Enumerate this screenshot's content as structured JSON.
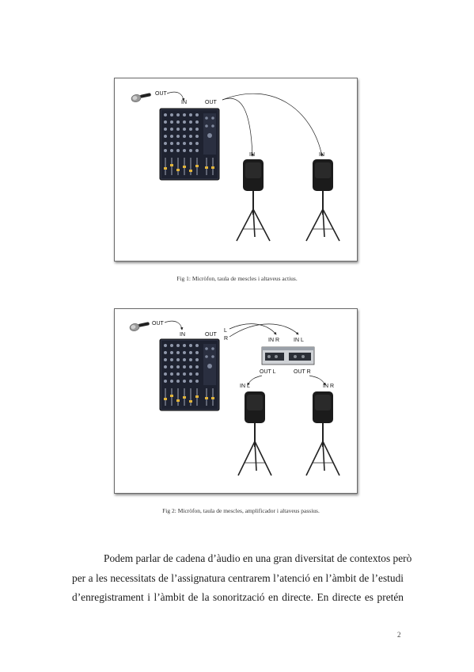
{
  "figures": [
    {
      "caption": "Fig 1: Micròfon, taula de mescles i altaveus actius.",
      "labels": {
        "mic_out": "OUT",
        "mixer_in": "IN",
        "mixer_out": "OUT",
        "spk_left_in": "IN",
        "spk_right_in": "IN"
      }
    },
    {
      "caption": "Fig 2: Micròfon, taula de mescles, amplificador i altaveus passius.",
      "labels": {
        "mic_out": "OUT",
        "mixer_in": "IN",
        "mixer_out": "OUT",
        "mixer_l": "L",
        "mixer_r": "R",
        "amp_in_r": "IN R",
        "amp_in_l": "IN L",
        "amp_out_l": "OUT L",
        "amp_out_r": "OUT  R",
        "spk_left_in": "IN L",
        "spk_right_in": "IN R"
      }
    }
  ],
  "body": {
    "lines": [
      "Podem parlar de cadena d’àudio en una gran diversitat de contextos però",
      "per a les necessitats de l’assignatura centrarem l’atenció en l’àmbit de l’estudi",
      "d’enregistrament i l’àmbit de la sonorització en directe. En directe es pretén"
    ]
  },
  "page_number": "2"
}
